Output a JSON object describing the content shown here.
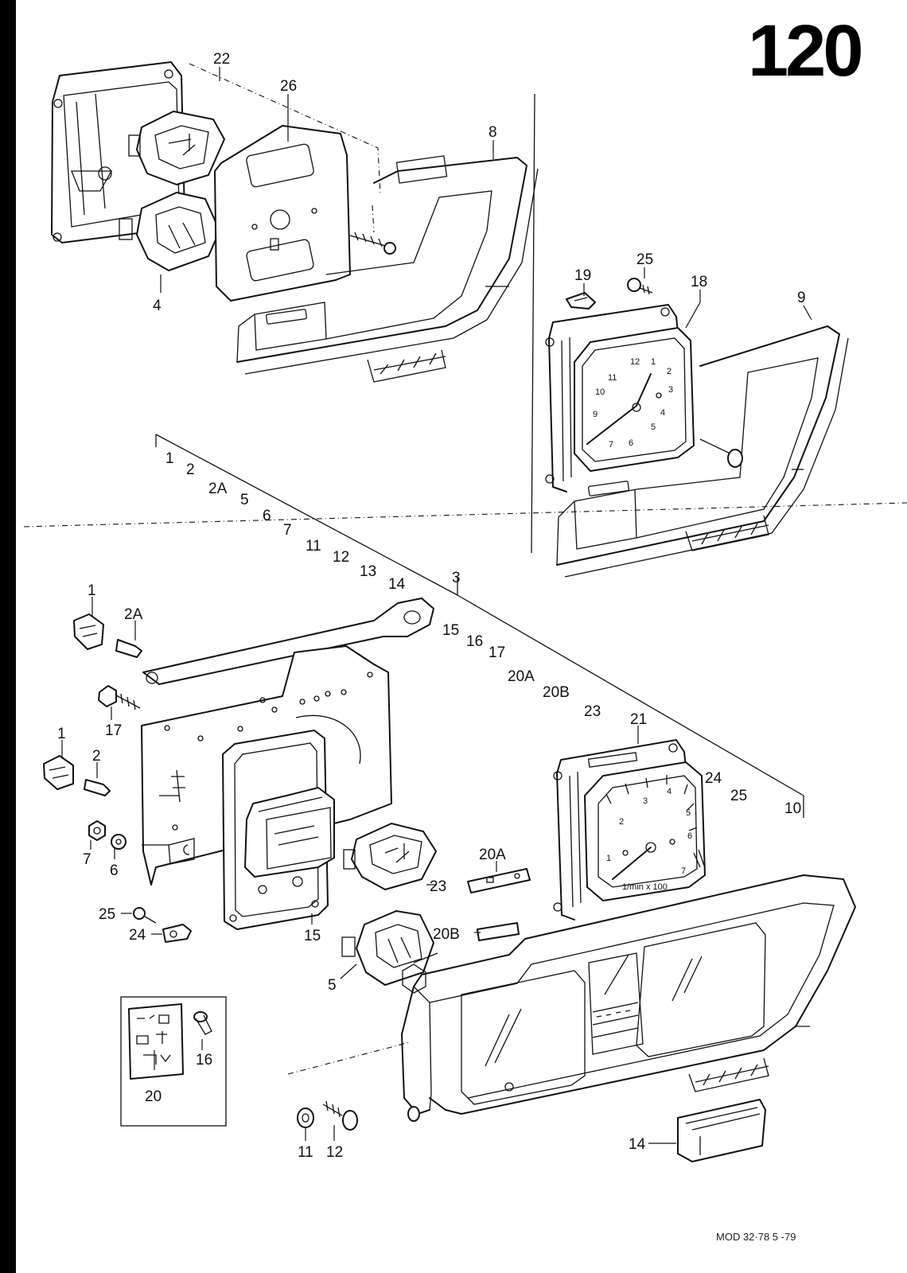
{
  "page": {
    "number": "120",
    "footer": "MOD 32·78   5 -79"
  },
  "callouts": {
    "c22": "22",
    "c26": "26",
    "c8": "8",
    "c4": "4",
    "c19": "19",
    "c25a": "25",
    "c18": "18",
    "c9": "9",
    "seq": [
      "1",
      "2",
      "2A",
      "5",
      "6",
      "7",
      "11",
      "12",
      "13",
      "14",
      "3",
      "15",
      "16",
      "17",
      "20A",
      "20B",
      "23",
      "24",
      "25"
    ],
    "p1a": "1",
    "p2A": "2A",
    "p17": "17",
    "p1b": "1",
    "p2": "2",
    "p7": "7",
    "p6": "6",
    "p25": "25",
    "p24": "24",
    "p15": "15",
    "p23": "23",
    "p20A": "20A",
    "p20B": "20B",
    "p5": "5",
    "p21": "21",
    "p10": "10",
    "p16": "16",
    "p20": "20",
    "p11": "11",
    "p12": "12",
    "p14": "14"
  },
  "clock": {
    "numerals": [
      "12",
      "1",
      "2",
      "3",
      "4",
      "5",
      "6",
      "7",
      "9",
      "10",
      "11"
    ]
  },
  "tachometer": {
    "numerals": [
      "1",
      "2",
      "3",
      "4",
      "5",
      "6",
      "7"
    ],
    "unit": "1/min x 100"
  },
  "colors": {
    "ink": "#111111",
    "paper": "#ffffff",
    "margin_bar": "#000000"
  }
}
